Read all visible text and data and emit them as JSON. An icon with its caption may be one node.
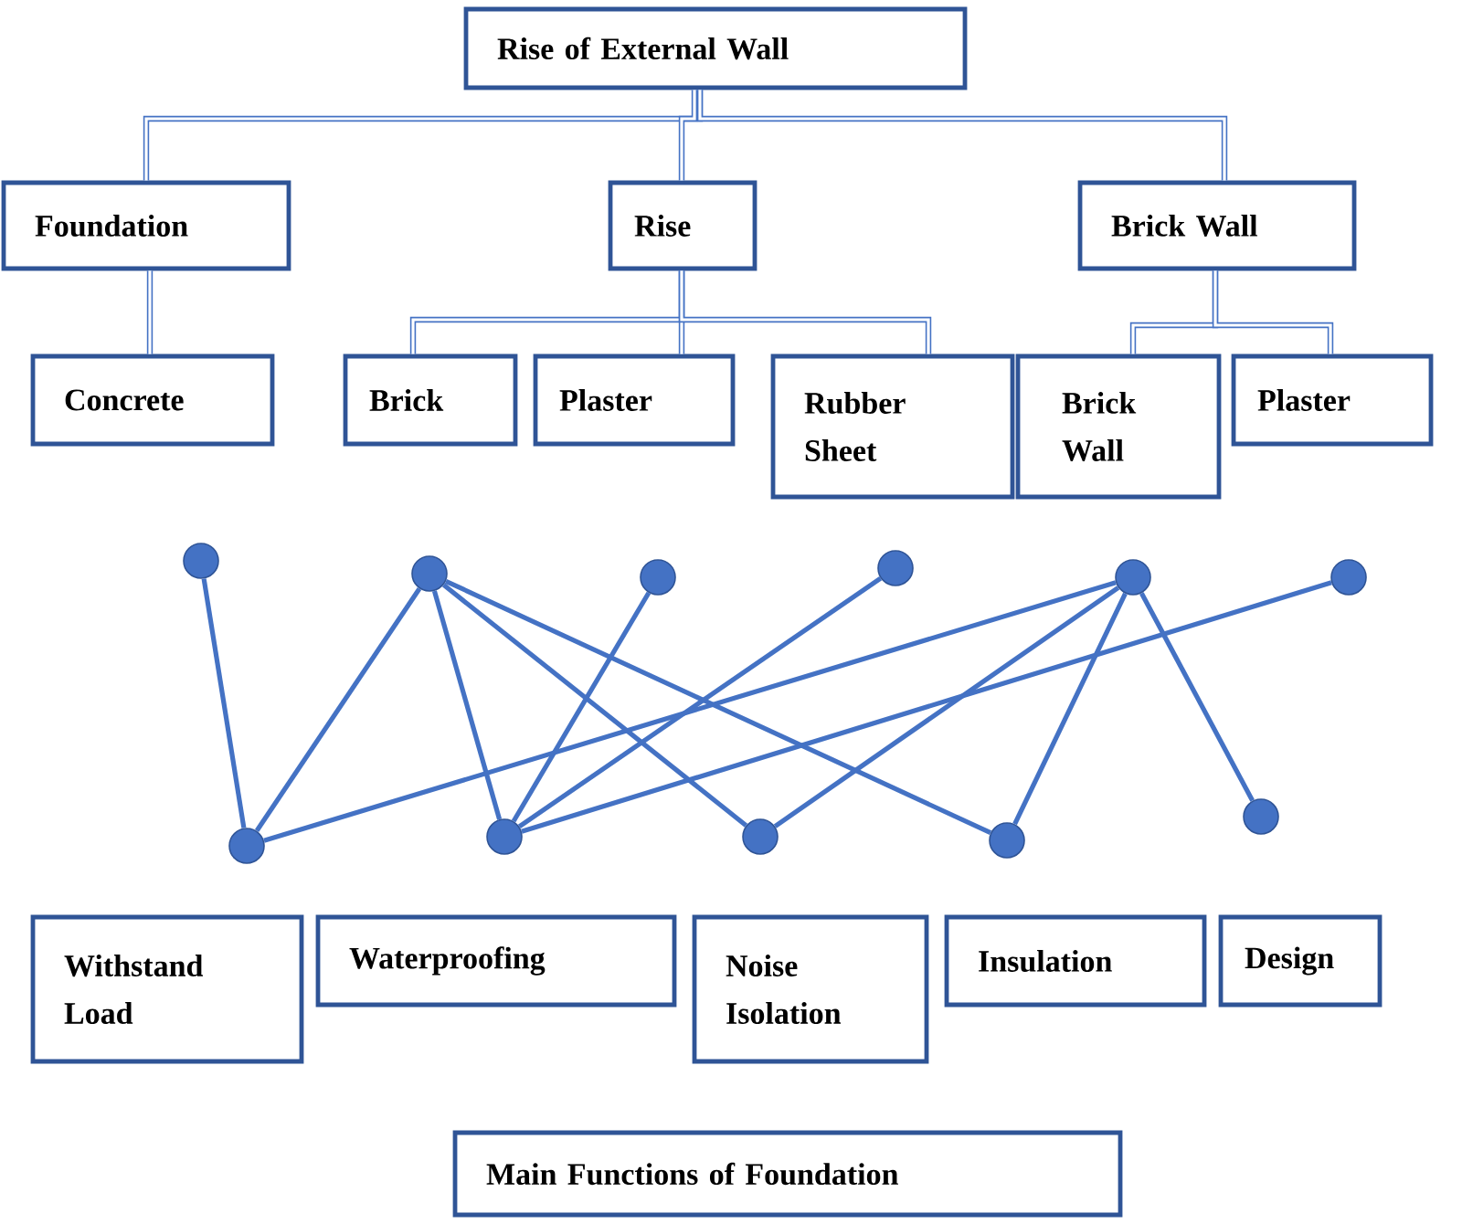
{
  "diagram": {
    "nodes": [
      {
        "text": [
          "Rise of External Wall"
        ]
      },
      {
        "text": [
          "Foundation"
        ]
      },
      {
        "text": [
          "Rise"
        ]
      },
      {
        "text": [
          "Brick Wall"
        ]
      },
      {
        "text": [
          "Concrete"
        ]
      },
      {
        "text": [
          "Brick"
        ]
      },
      {
        "text": [
          "Plaster"
        ]
      },
      {
        "text": [
          "Rubber Sheet"
        ]
      },
      {
        "text": [
          "Brick Wall"
        ]
      },
      {
        "text": [
          "Plaster"
        ]
      },
      {
        "text": [],
        "shape": "circle"
      },
      {
        "text": [],
        "shape": "circle"
      },
      {
        "text": [],
        "shape": "circle"
      },
      {
        "text": [],
        "shape": "circle"
      },
      {
        "text": [],
        "shape": "circle"
      },
      {
        "text": [],
        "shape": "circle"
      },
      {
        "text": [],
        "shape": "circle"
      },
      {
        "text": [],
        "shape": "circle"
      },
      {
        "text": [],
        "shape": "circle"
      },
      {
        "text": [],
        "shape": "circle"
      },
      {
        "text": [],
        "shape": "circle"
      },
      {
        "text": [
          "Withstand Load"
        ]
      },
      {
        "text": [
          "Waterproofing"
        ]
      },
      {
        "text": [
          "Noise Isolation"
        ]
      },
      {
        "text": [
          "Insulation"
        ]
      },
      {
        "text": [
          "Design"
        ]
      },
      {
        "text": [
          "Main Functions of Foundation"
        ]
      }
    ],
    "edges": [
      {
        "from": 0,
        "to": 1,
        "arrow": "none"
      },
      {
        "from": 0,
        "to": 2,
        "arrow": "none"
      },
      {
        "from": 0,
        "to": 3,
        "arrow": "none"
      },
      {
        "from": 1,
        "to": 4,
        "arrow": "none"
      },
      {
        "from": 2,
        "to": 5,
        "arrow": "none"
      },
      {
        "from": 2,
        "to": 6,
        "arrow": "none"
      },
      {
        "from": 2,
        "to": 7,
        "arrow": "none"
      },
      {
        "from": 3,
        "to": 8,
        "arrow": "none"
      },
      {
        "from": 3,
        "to": 9,
        "arrow": "none"
      },
      {
        "from": 10,
        "to": 16,
        "arrow": "none"
      },
      {
        "from": 11,
        "to": 16,
        "arrow": "none"
      },
      {
        "from": 11,
        "to": 17,
        "arrow": "none"
      },
      {
        "from": 11,
        "to": 18,
        "arrow": "none"
      },
      {
        "from": 11,
        "to": 19,
        "arrow": "none"
      },
      {
        "from": 12,
        "to": 17,
        "arrow": "none"
      },
      {
        "from": 13,
        "to": 17,
        "arrow": "none"
      },
      {
        "from": 14,
        "to": 16,
        "arrow": "none"
      },
      {
        "from": 14,
        "to": 18,
        "arrow": "none"
      },
      {
        "from": 14,
        "to": 19,
        "arrow": "none"
      },
      {
        "from": 14,
        "to": 20,
        "arrow": "none"
      },
      {
        "from": 15,
        "to": 17,
        "arrow": "none"
      }
    ]
  }
}
